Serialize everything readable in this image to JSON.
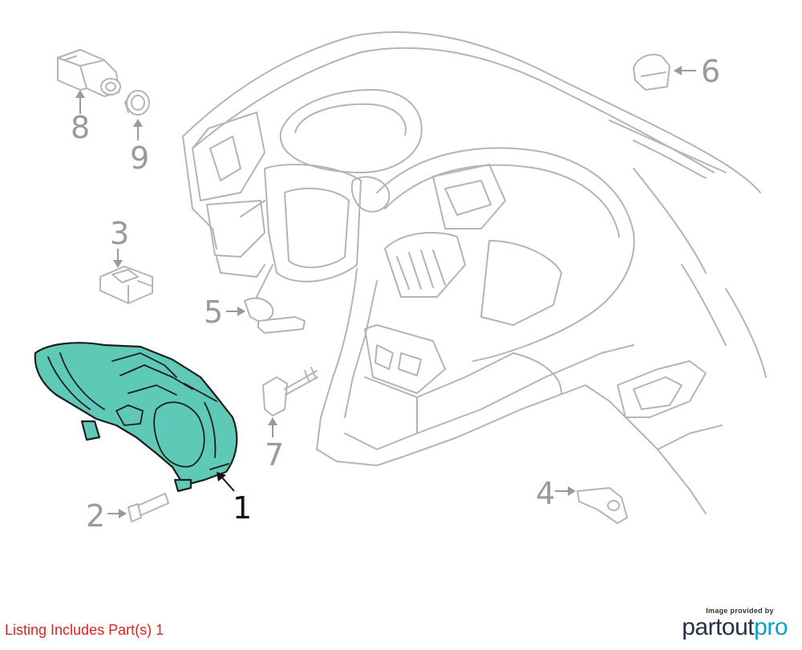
{
  "diagram": {
    "callouts": [
      "1",
      "2",
      "3",
      "4",
      "5",
      "6",
      "7",
      "8",
      "9"
    ],
    "highlighted_part": "1",
    "highlight_color": "#5ec9b7",
    "ghost_color": "#b4b4b4"
  },
  "footer": {
    "listing_text": "Listing Includes Part(s) 1",
    "listing_color": "#e0211f"
  },
  "credit": {
    "caption": "Image provided by",
    "brand_part": "part",
    "brand_out": "out",
    "brand_pro": "pro"
  }
}
